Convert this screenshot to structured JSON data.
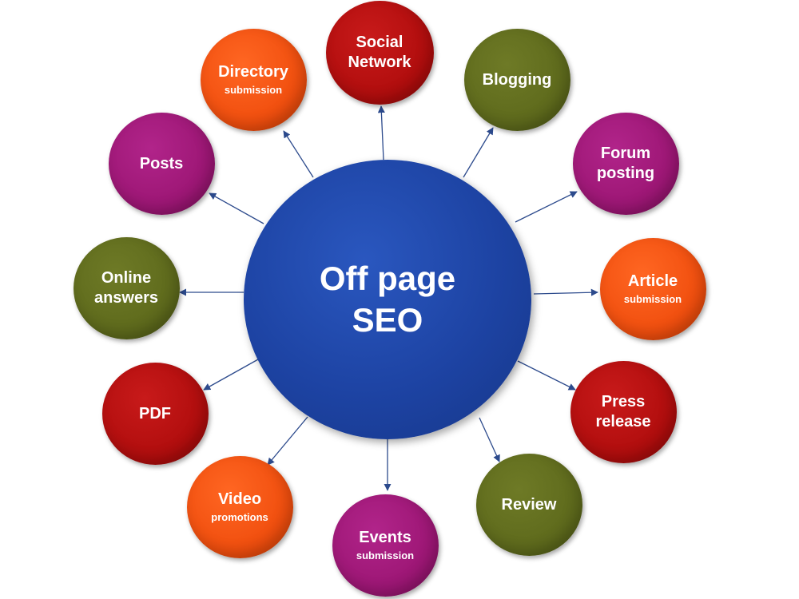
{
  "center": {
    "line1": "Off page",
    "line2": "SEO",
    "color": "#1e45a8"
  },
  "arrow_color": "#2c4a8c",
  "nodes": [
    {
      "id": "social-network",
      "line1": "Social",
      "line2": "Network",
      "style": "main",
      "color": "red"
    },
    {
      "id": "blogging",
      "line1": "Blogging",
      "line2": "",
      "style": "main",
      "color": "olive"
    },
    {
      "id": "forum-posting",
      "line1": "Forum",
      "line2": "posting",
      "style": "main",
      "color": "magenta"
    },
    {
      "id": "article-submission",
      "line1": "Article",
      "line2": "submission",
      "style": "sub",
      "color": "orange"
    },
    {
      "id": "press-release",
      "line1": "Press",
      "line2": "release",
      "style": "main",
      "color": "red"
    },
    {
      "id": "review",
      "line1": "Review",
      "line2": "",
      "style": "main",
      "color": "olive"
    },
    {
      "id": "events-submission",
      "line1": "Events",
      "line2": "submission",
      "style": "sub",
      "color": "magenta"
    },
    {
      "id": "video-promotions",
      "line1": "Video",
      "line2": "promotions",
      "style": "sub",
      "color": "orange"
    },
    {
      "id": "pdf",
      "line1": "PDF",
      "line2": "",
      "style": "main",
      "color": "red"
    },
    {
      "id": "online-answers",
      "line1": "Online",
      "line2": "answers",
      "style": "main",
      "color": "olive"
    },
    {
      "id": "posts",
      "line1": "Posts",
      "line2": "",
      "style": "main",
      "color": "magenta"
    },
    {
      "id": "directory-submission",
      "line1": "Directory",
      "line2": "submission",
      "style": "sub",
      "color": "orange"
    }
  ]
}
